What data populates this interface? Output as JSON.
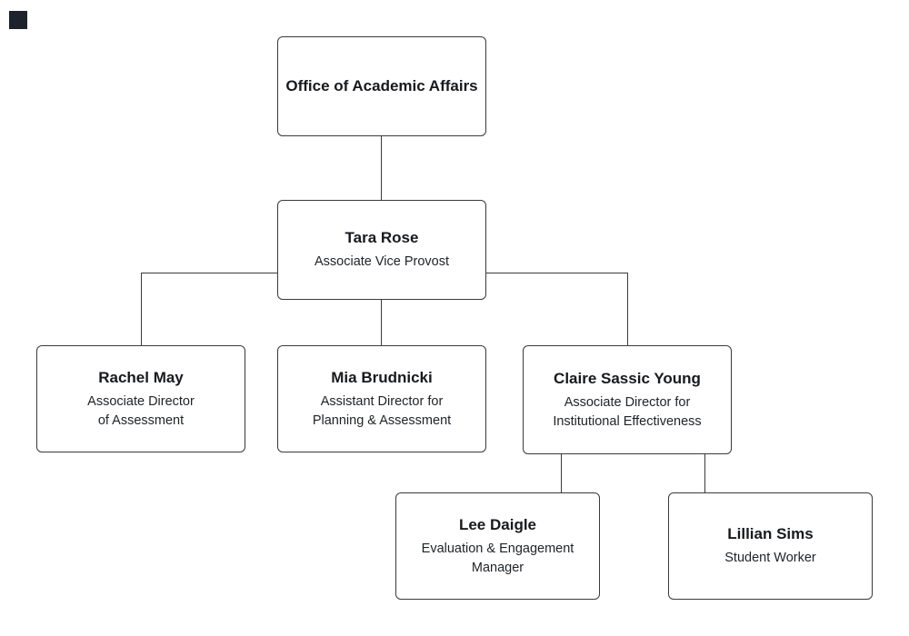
{
  "diagram": {
    "type": "org-chart",
    "colors": {
      "node_fill": "#ffffff",
      "node_border": "#3a3a3a",
      "text": "#17191c",
      "connector": "#3a3a3a",
      "corner_mark": "#1e222b"
    },
    "nodes": [
      {
        "name": "Office of Academic Affairs",
        "title": ""
      },
      {
        "name": "Tara Rose",
        "title": "Associate Vice Provost"
      },
      {
        "name": "Rachel May",
        "title": "Associate Director\nof Assessment"
      },
      {
        "name": "Mia Brudnicki",
        "title": "Assistant Director for\nPlanning & Assessment"
      },
      {
        "name": "Claire Sassic Young",
        "title": "Associate Director for\nInstitutional Effectiveness"
      },
      {
        "name": "Lee Daigle",
        "title": "Evaluation & Engagement\nManager"
      },
      {
        "name": "Lillian Sims",
        "title": "Student Worker"
      }
    ],
    "edges": [
      {
        "from": "Office of Academic Affairs",
        "to": "Tara Rose"
      },
      {
        "from": "Tara Rose",
        "to": "Rachel May"
      },
      {
        "from": "Tara Rose",
        "to": "Mia Brudnicki"
      },
      {
        "from": "Tara Rose",
        "to": "Claire Sassic Young"
      },
      {
        "from": "Claire Sassic Young",
        "to": "Lee Daigle"
      },
      {
        "from": "Claire Sassic Young",
        "to": "Lillian Sims"
      }
    ]
  }
}
